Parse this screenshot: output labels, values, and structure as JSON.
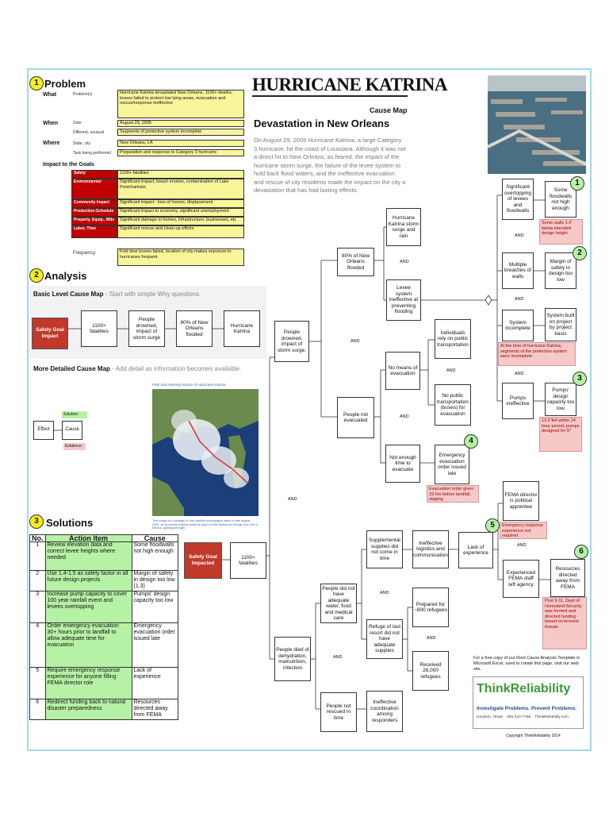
{
  "problem": {
    "title": "Problem",
    "number": "1",
    "what_label": "What",
    "what_sub": "Problem(s)",
    "what_value": "Hurricane Katrina devastated New Orleans, 1100+ deaths, levees failed to protect low lying areas, evacuation and rescue/response ineffective",
    "when_label": "When",
    "when_sub1": "Date",
    "when_val1": "August 29, 2005",
    "when_sub2": "Different, unusual",
    "when_val2": "Segments of protective system incomplete",
    "where_label": "Where",
    "where_sub1": "State, city",
    "where_val1": "New Orleans, LA",
    "where_sub2": "Task being performed",
    "where_val2": "Preparation and response to Category 3 hurricane",
    "impact_label": "Impact to the Goals",
    "goals": [
      {
        "name": "Safety",
        "value": "1100+ fatalities"
      },
      {
        "name": "Environmental",
        "value": "Significant impact, beach erosion, contamination of Lake Pontchartrain"
      },
      {
        "name": "Community Impact",
        "value": "Significant impact - loss of homes, displacement"
      },
      {
        "name": "Production-Schedule",
        "value": "Significant impact to economy, significant unemployment"
      },
      {
        "name": "Property, Equip., Mtls",
        "value": "Significant damage to homes, infrastructure, businesses, etc"
      },
      {
        "name": "Labor, Time",
        "value": "Significant rescue and clean-up efforts"
      }
    ],
    "freq_label": "Frequency",
    "freq_value": "First time levees failed, location of city makes exposure to hurricanes frequent"
  },
  "header": {
    "title": "HURRICANE KATRINA",
    "cause_map": "Cause Map",
    "subtitle": "Devastation in New Orleans",
    "intro": "On August 29, 2005 Hurricane Katrina, a large Category 3 hurricane, hit the coast of Louisiana.  Although it was not a direct hit to New Orleans, as feared, the impact of the hurricane storm surge, the failure of the levee system to hold back flood waters, and the ineffective evacuation and rescue of city residents made the impact on the city a devastation that has had lasting effects."
  },
  "analysis": {
    "title": "Analysis",
    "number": "2",
    "basic_title": "Basic Level Cause Map",
    "basic_hint": " - Start with simple Why questions.",
    "basic_boxes": [
      "Safety Goal Impact",
      "1100+ fatalities",
      "People drowned, impact of storm surge",
      "80% of New Orleans flooded",
      "Hurricane Katrina"
    ],
    "detail_title": "More Detailed Cause Map",
    "detail_hint": " - Add detail as information becomes available.",
    "map_caption": "Path and Intensity History of Hurricane Katrina",
    "map_footer": "This image is a montage of four satellite photographs taken in late August 2005, as Hurricane Katrina made its way from the Bahamas through the Gulf of Mexico, gaining strength.",
    "legend_effect": "Effect",
    "legend_cause": "Cause",
    "legend_solution": "Solution:",
    "legend_evidence": "Evidence:"
  },
  "solutions": {
    "title": "Solutions",
    "number": "3",
    "headers": [
      "No.",
      "Action Item",
      "Cause"
    ],
    "rows": [
      {
        "no": "1",
        "action": "Review elevation data and correct levee heights where needed",
        "cause": "Some floodwalls not high enough"
      },
      {
        "no": "2",
        "action": "Use 1.4-1.5 as safety factor in all future design projects",
        "cause": "Margin of safety in design too low (1.3)"
      },
      {
        "no": "3",
        "action": "Increase pump capacity to cover 100 year rainfall event and levees overtopping",
        "cause": "Pumps' design capacity too low"
      },
      {
        "no": "4",
        "action": "Order emergency evacuation 30+ hours prior to landfall to allow adequate time for evacuation",
        "cause": "Emergency evacuation order issued late"
      },
      {
        "no": "5",
        "action": "Require emergency response experience for anyone filling FEMA director role",
        "cause": "Lack of experience"
      },
      {
        "no": "6",
        "action": "Redirect funding back to natural disaster preparedness",
        "cause": "Resources directed away from FEMA"
      }
    ]
  },
  "map": {
    "n_drowned": "People drowned, impact of storm surge.",
    "n_flooded": "80% of New Orleans flooded",
    "n_hurricane": "Hurricane Katrina storm surge and rain",
    "n_levee": "Levee system ineffective at preventing flooding",
    "n_overtop": "Significant overtopping of levees and floodwalls",
    "n_floodwalls": "Some floodwalls not high enough",
    "e_floodwalls": "Some walls 1-2' below intended design height",
    "n_breaches": "Multiple breaches of walls",
    "n_margin": "Margin of safety in design too low",
    "n_incomplete": "System incomplete",
    "n_builtproject": "System built on project by project basis",
    "e_incomplete": "At the time of hurricane Katrina, segments of the protection system were incomplete",
    "n_pumps": "Pumps ineffective",
    "n_pumpcap": "Pumps' design capacity too low",
    "e_pumps": "13.6\"fell within 24 hour period, pumps designed for  9\"",
    "n_noevac": "People not evacuated",
    "n_nomeans": "No means of evacuation",
    "n_individuals": "Individuals rely on public transportation",
    "n_nopublic": "No public transportation (buses) for evacuation",
    "n_notime": "Not enough time to evacuate",
    "n_order": "Emergency evacuation order issued late",
    "e_order": "Evacuation order given 19 hrs before landfall, staging",
    "n_fatalities": "1100+ fatalities",
    "n_goal": "Safety Goal Impacted",
    "n_fema_dir": "FEMA director is political appointee",
    "e_fema": "Emergency response experience not required",
    "n_lack": "Lack of experience",
    "n_fema_staff": "Experienced FEMA staff left agency",
    "n_resources": "Resources directed away from FEMA",
    "e_resources": "Post 9-11, Dept of Homeland Security was formed and directed funding based on terrorist threats",
    "n_supplies": "Supplemental supplies did not come in time",
    "n_logistics": "Ineffective logistics and communication",
    "n_adequate": "People did not have adequate water, food and medical care",
    "n_refuge": "Refuge of last resort did not have adequate supplies",
    "n_prepared": "Prepared for ~800 refugees",
    "n_received": "Received 26,000 refugees",
    "n_died": "People died of dehydration, malnutrition, infection",
    "n_rescued": "People not rescued in time",
    "n_coord": "Ineffective coordination among responders",
    "and": "AND",
    "badges": [
      "1",
      "2",
      "3",
      "4",
      "5",
      "6"
    ]
  },
  "footer": {
    "copy_note": "For a free copy of our Root Cause Analysis Template in Microsoft Excel, used to create this page, visit our web site.",
    "logo": "ThinkReliability",
    "tagline": "Investigate Problems. Prevent Problems.",
    "address": "Houston, Texas    281-412-7766    ThinkReliability.com",
    "copyright": "Copyright ThinkReliability 2014"
  },
  "colors": {
    "accent_red": "#c00000",
    "highlight_yellow": "#f9f59a",
    "solution_green": "#b6f2a6",
    "evidence_pink": "#f6c8c8",
    "frame": "#9fd9e8"
  }
}
